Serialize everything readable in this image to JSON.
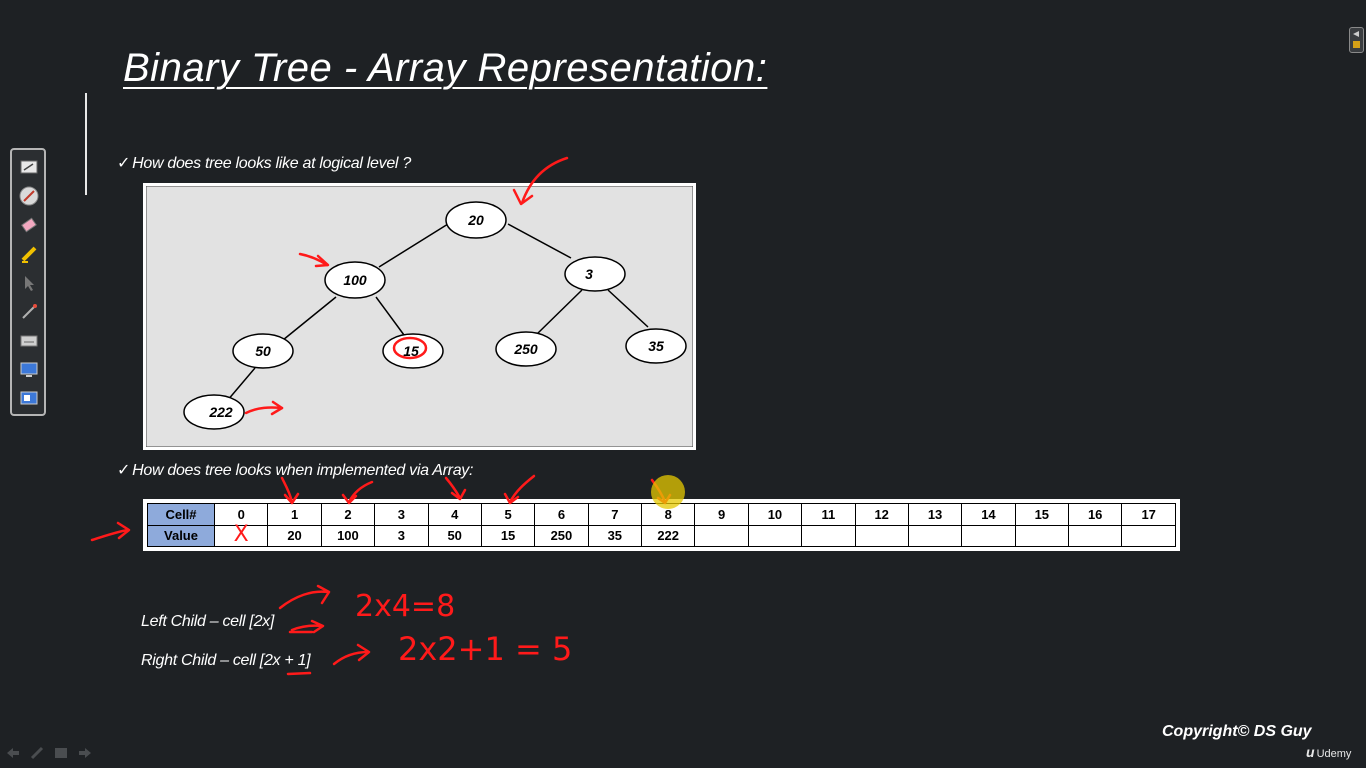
{
  "slide": {
    "title": "Binary Tree - Array Representation:",
    "bullet1": "How does tree looks like at logical level ?",
    "bullet2": "How does tree looks when implemented via Array:",
    "check_glyph": "✓"
  },
  "tree": {
    "nodes": [
      "20",
      "100",
      "3",
      "50",
      "15",
      "250",
      "35",
      "222"
    ]
  },
  "array_table": {
    "row_headers": [
      "Cell#",
      "Value"
    ],
    "cells": [
      "0",
      "1",
      "2",
      "3",
      "4",
      "5",
      "6",
      "7",
      "8",
      "9",
      "10",
      "11",
      "12",
      "13",
      "14",
      "15",
      "16",
      "17"
    ],
    "values": [
      "",
      "20",
      "100",
      "3",
      "50",
      "15",
      "250",
      "35",
      "222",
      "",
      "",
      "",
      "",
      "",
      "",
      "",
      "",
      ""
    ],
    "header_color": "#8eaadb"
  },
  "formulas": {
    "left_child": "Left Child – cell [2x]",
    "right_child": "Right Child – cell [2x + 1]"
  },
  "handwriting": {
    "calc1": "2x4=8",
    "calc2": "2x2+1 = 5",
    "index_zero_mark": "X"
  },
  "footer": {
    "copyright": "Copyright© DS Guy",
    "brand": "Udemy",
    "brand_mark": "u"
  },
  "toolbar": {
    "tools": [
      "slide-icon",
      "pen-icon",
      "eraser-icon",
      "highlighter-icon",
      "pointer-icon",
      "laser-icon",
      "keyboard-icon",
      "screen-icon",
      "exit-icon"
    ]
  },
  "colors": {
    "background": "#1e2124",
    "annotation": "#ff1a1a",
    "cursor_highlight": "#e6c800"
  }
}
